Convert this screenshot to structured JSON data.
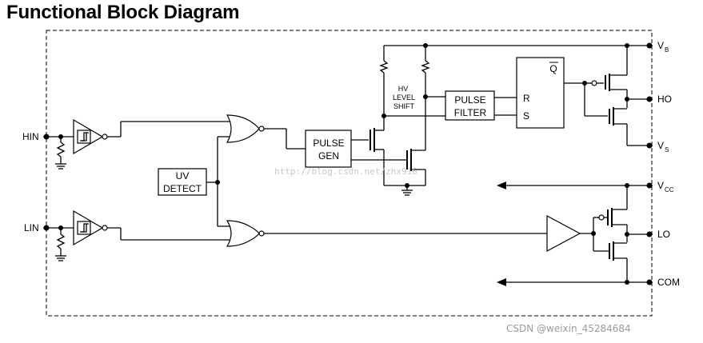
{
  "title": "Functional Block Diagram",
  "pins": {
    "vb_main": "V",
    "vb_sub": "B",
    "ho": "HO",
    "vs_main": "V",
    "vs_sub": "S",
    "vcc_main": "V",
    "vcc_sub": "CC",
    "lo": "LO",
    "com": "COM",
    "hin": "HIN",
    "lin": "LIN"
  },
  "blocks": {
    "uv_line1": "UV",
    "uv_line2": "DETECT",
    "pulse_gen_line1": "PULSE",
    "pulse_gen_line2": "GEN",
    "pulse_filter_line1": "PULSE",
    "pulse_filter_line2": "FILTER",
    "hv_line1": "HV",
    "hv_line2": "LEVEL",
    "hv_line3": "SHIFT",
    "ff_q": "Q",
    "ff_r": "R",
    "ff_s": "S"
  },
  "watermarks": {
    "url": "http://blog.csdn.net/zhx916",
    "credit": "CSDN @weixin_45284684"
  }
}
